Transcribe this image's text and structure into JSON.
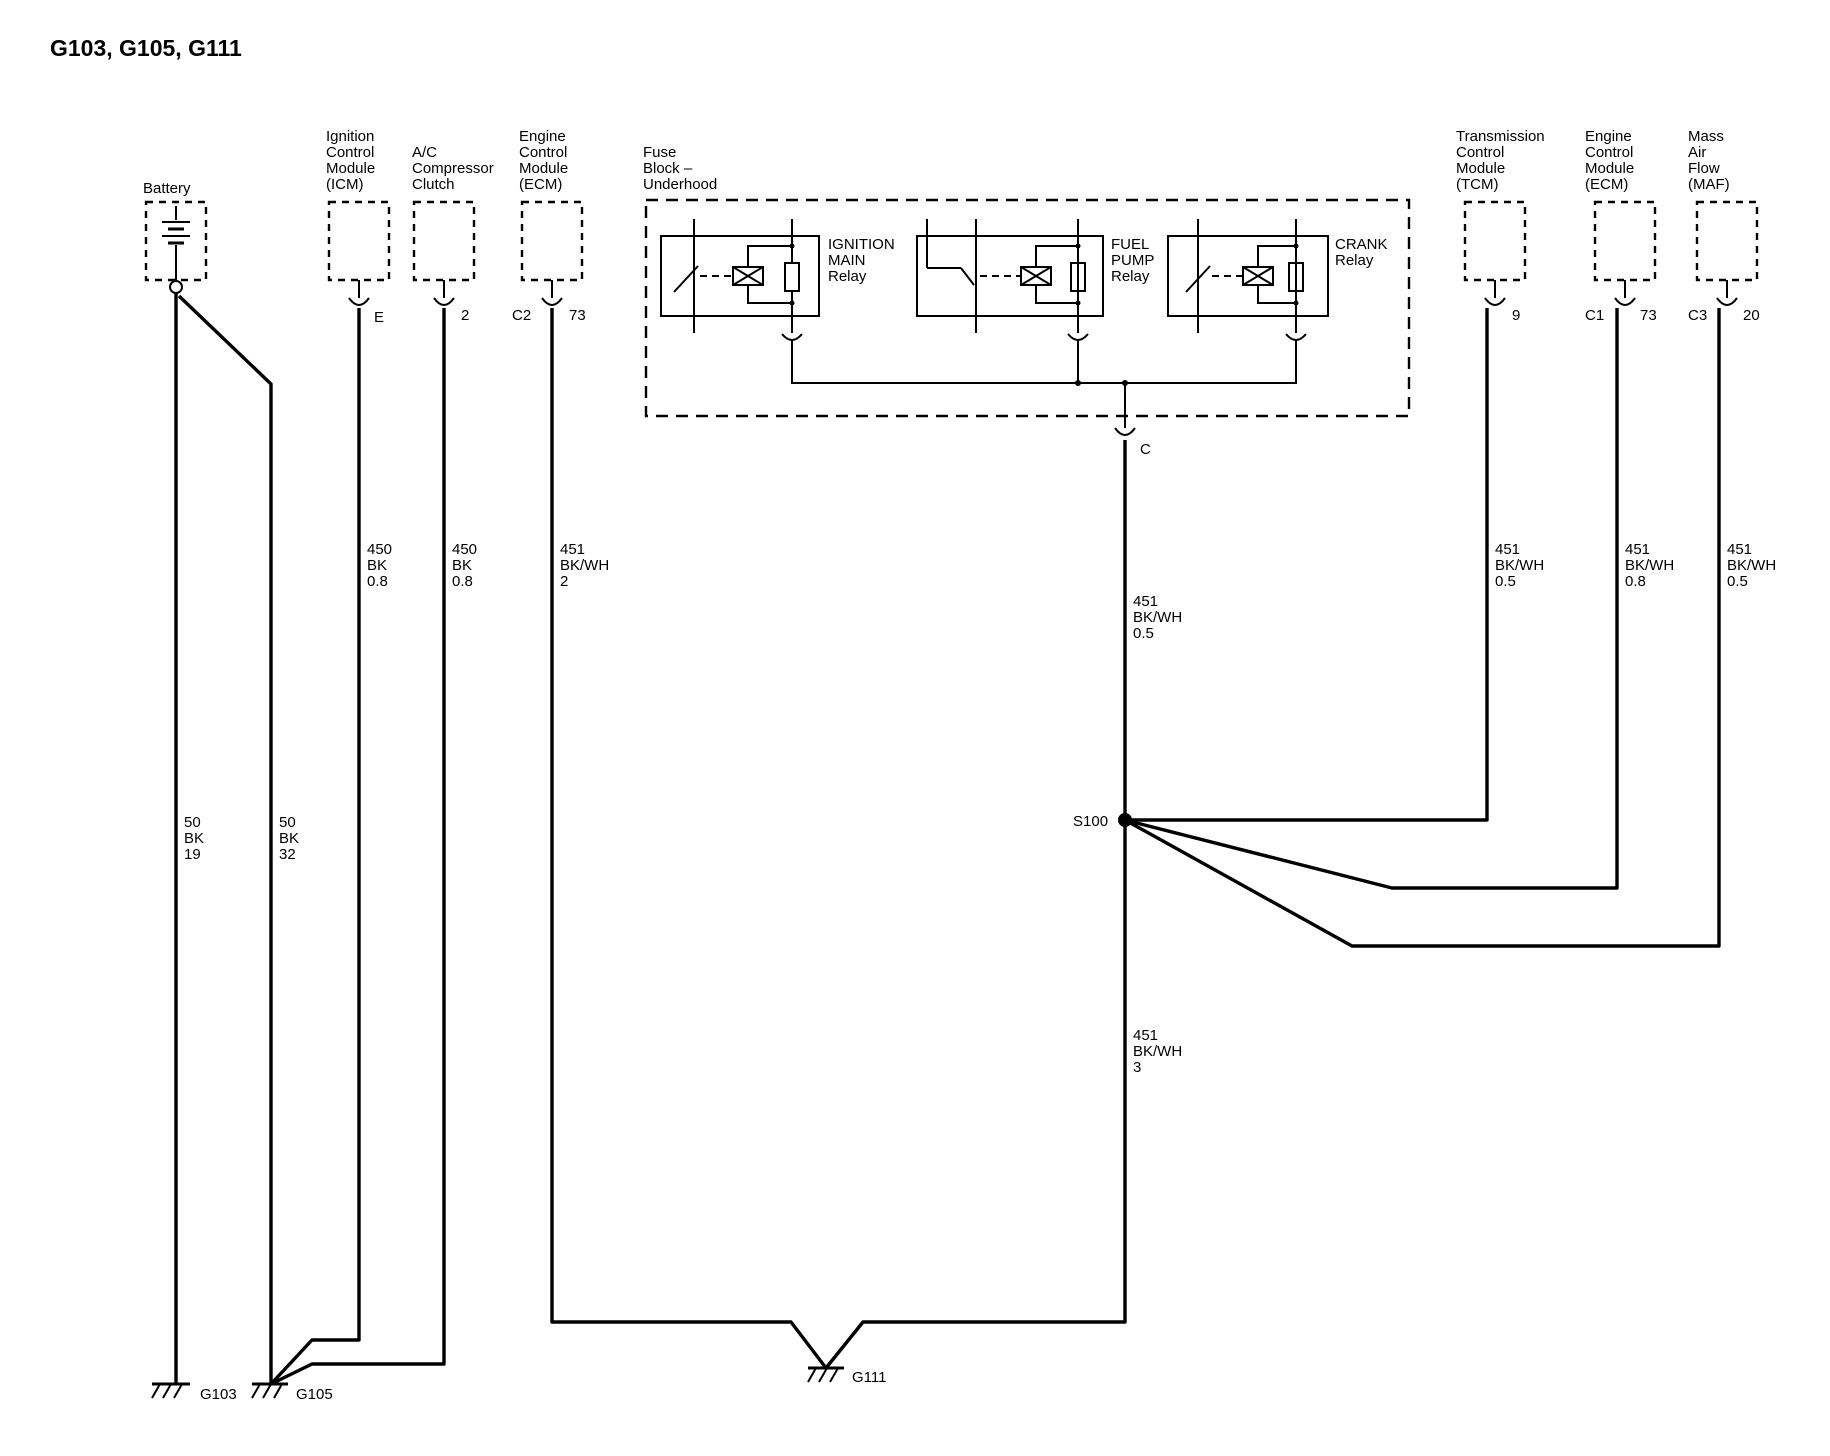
{
  "title": "G103, G105, G111",
  "components": {
    "battery": [
      "Battery"
    ],
    "icm": [
      "Ignition",
      "Control",
      "Module",
      "(ICM)"
    ],
    "ac": [
      "A/C",
      "Compressor",
      "Clutch"
    ],
    "ecm1": [
      "Engine",
      "Control",
      "Module",
      "(ECM)"
    ],
    "fuse_block": [
      "Fuse",
      "Block –",
      "Underhood"
    ],
    "tcm": [
      "Transmission",
      "Control",
      "Module",
      "(TCM)"
    ],
    "ecm2": [
      "Engine",
      "Control",
      "Module",
      "(ECM)"
    ],
    "maf": [
      "Mass",
      "Air",
      "Flow",
      "(MAF)"
    ]
  },
  "relays": {
    "ignition": [
      "IGNITION",
      "MAIN",
      "Relay"
    ],
    "fuel": [
      "FUEL",
      "PUMP",
      "Relay"
    ],
    "crank": [
      "CRANK",
      "Relay"
    ]
  },
  "pins": {
    "icm": "E",
    "ac": "2",
    "ecm1_conn": "C2",
    "ecm1_pin": "73",
    "fuse_c": "C",
    "tcm": "9",
    "ecm2_conn": "C1",
    "ecm2_pin": "73",
    "maf_conn": "C3",
    "maf_pin": "20"
  },
  "wires": {
    "bat1": [
      "50",
      "BK",
      "19"
    ],
    "bat2": [
      "50",
      "BK",
      "32"
    ],
    "icm": [
      "450",
      "BK",
      "0.8"
    ],
    "ac": [
      "450",
      "BK",
      "0.8"
    ],
    "ecm1": [
      "451",
      "BK/WH",
      "2"
    ],
    "fuse_upper": [
      "451",
      "BK/WH",
      "0.5"
    ],
    "fuse_lower": [
      "451",
      "BK/WH",
      "3"
    ],
    "tcm": [
      "451",
      "BK/WH",
      "0.5"
    ],
    "ecm2": [
      "451",
      "BK/WH",
      "0.8"
    ],
    "maf": [
      "451",
      "BK/WH",
      "0.5"
    ]
  },
  "splice": "S100",
  "grounds": {
    "g103": "G103",
    "g105": "G105",
    "g111": "G111"
  }
}
